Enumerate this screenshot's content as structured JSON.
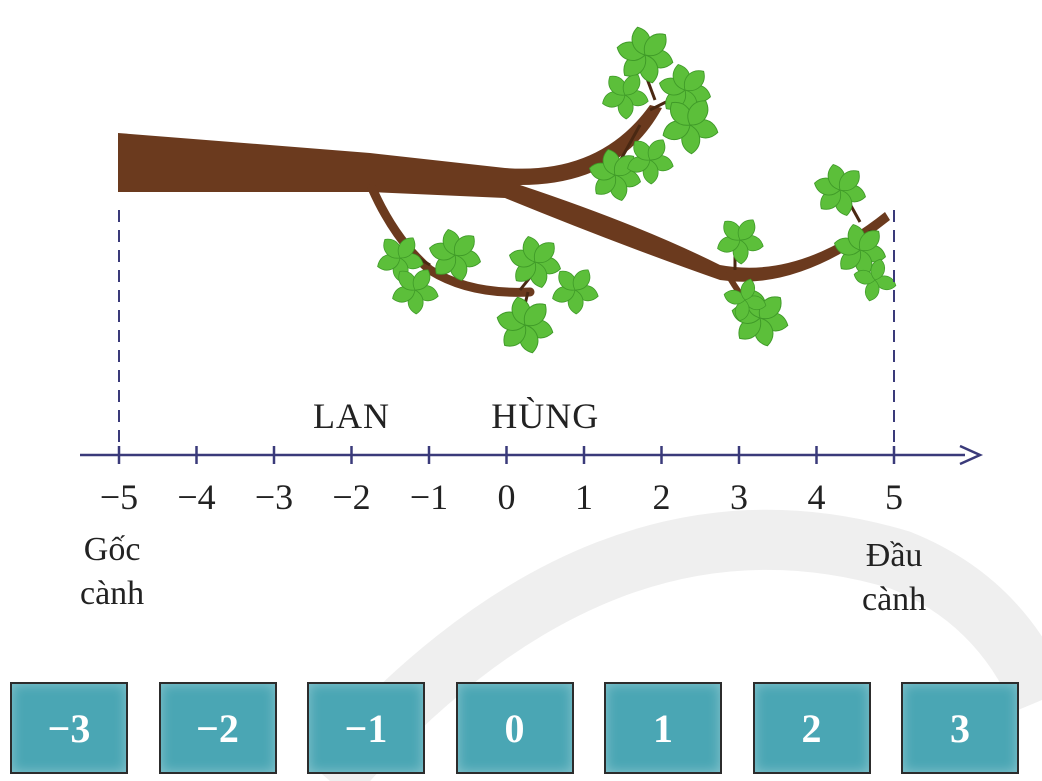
{
  "number_line": {
    "ticks": [
      {
        "value": -5,
        "label": "−5"
      },
      {
        "value": -4,
        "label": "−4"
      },
      {
        "value": -3,
        "label": "−3"
      },
      {
        "value": -2,
        "label": "−2"
      },
      {
        "value": -1,
        "label": "−1"
      },
      {
        "value": 0,
        "label": "0"
      },
      {
        "value": 1,
        "label": "1"
      },
      {
        "value": 2,
        "label": "2"
      },
      {
        "value": 3,
        "label": "3"
      },
      {
        "value": 4,
        "label": "4"
      },
      {
        "value": 5,
        "label": "5"
      }
    ],
    "names": [
      {
        "value": -2,
        "label": "LAN"
      },
      {
        "value": 0.5,
        "label": "HÙNG"
      }
    ]
  },
  "labels": {
    "branch_base": [
      "Gốc",
      "cành"
    ],
    "branch_tip": [
      "Đầu",
      "cành"
    ]
  },
  "cards": [
    "−3",
    "−2",
    "−1",
    "0",
    "1",
    "2",
    "3"
  ],
  "colors": {
    "branch": "#6b3a1e",
    "leaf": "#5cbf3a",
    "axis": "#3a3a7a",
    "card": "#4aa6b4"
  }
}
